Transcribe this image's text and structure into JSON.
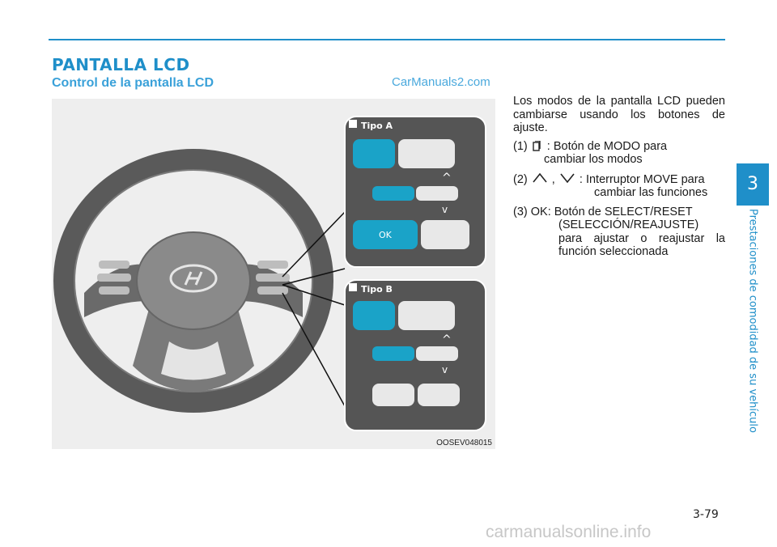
{
  "header": {
    "section_title": "PANTALLA LCD",
    "sub_title": "Control de la pantalla LCD",
    "watermark": "CarManuals2.com"
  },
  "figure": {
    "type_a_label": "Tipo A",
    "type_b_label": "Tipo B",
    "ok_label": "OK",
    "code": "OOSEV048015",
    "accent_color": "#1aa3c8"
  },
  "body": {
    "intro": "Los modos de la pantalla LCD pueden cambiarse usando los botones de ajuste.",
    "item1_num": "(1)",
    "item1_text_a": ": Botón de MODO para",
    "item1_text_b": "cambiar los modos",
    "item2_num": "(2)",
    "item2_sep": ",",
    "item2_text_a": ": Interruptor MOVE para",
    "item2_text_b": "cambiar las funciones",
    "item3_text_a": "(3) OK: Botón de SELECT/RESET",
    "item3_text_b": "(SELECCIÓN/REAJUSTE) para ajustar o reajustar la función seleccionada"
  },
  "side": {
    "chapter": "3",
    "chapter_title": "Prestaciones de comodidad de su vehículo"
  },
  "footer": {
    "page_number": "3-79",
    "watermark": "carmanualsonline.info"
  }
}
